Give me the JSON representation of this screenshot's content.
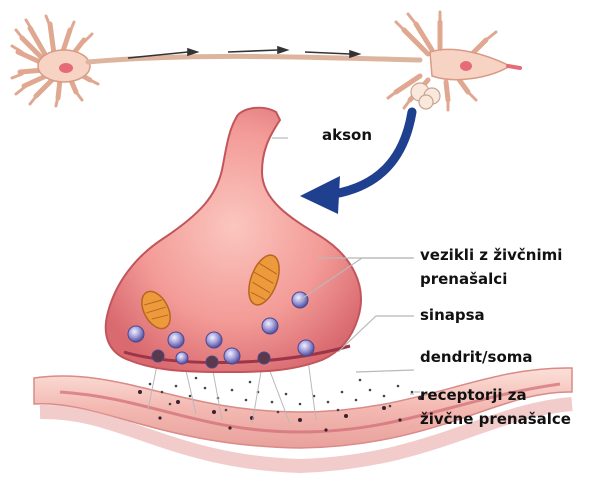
{
  "labels": {
    "axon": "akson",
    "vesicles_line1": "vezikli z živčnimi",
    "vesicles_line2": "prenašalci",
    "synapse": "sinapsa",
    "dendrite": "dendrit/soma",
    "receptors_line1": "receptorji za",
    "receptors_line2": "živčne prenašalce"
  },
  "colors": {
    "neuron_fill": "#f6d3c2",
    "neuron_outline": "#d89b86",
    "terminal_fill": "#ee8f8c",
    "terminal_outline": "#c2555b",
    "mitochondria": "#e89a3a",
    "vesicle": "#8b86c8",
    "arrow": "#1f3f8f",
    "leader_line": "#b8b8b8"
  }
}
